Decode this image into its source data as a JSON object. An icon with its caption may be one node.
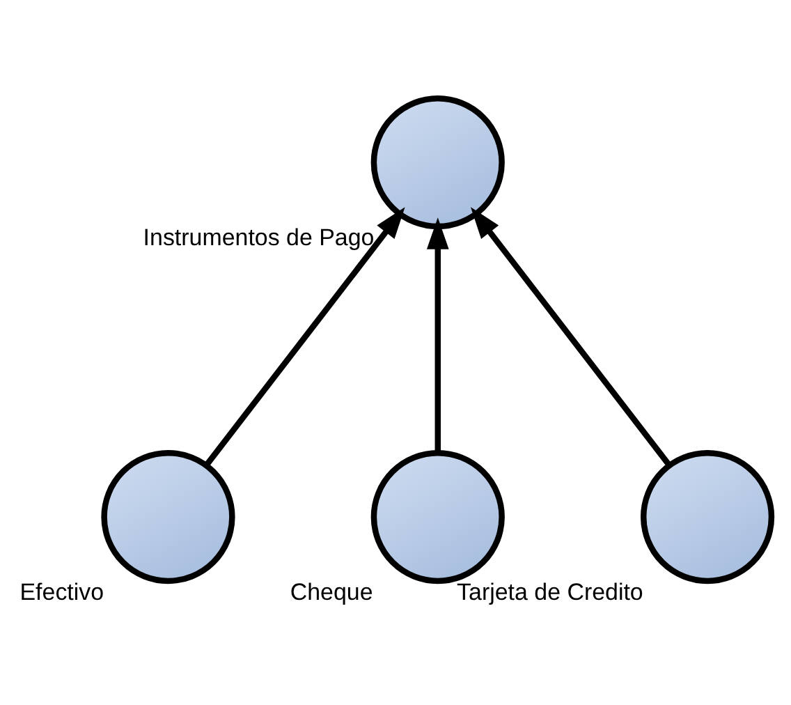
{
  "diagram": {
    "nodes": [
      {
        "text": [
          "Instrumentos de Pago"
        ]
      },
      {
        "text": [
          "Efectivo"
        ]
      },
      {
        "text": [
          "Cheque"
        ]
      },
      {
        "text": [
          "Tarjeta de Credito"
        ]
      }
    ],
    "edges": [
      {
        "from": 1,
        "to": 0,
        "arrow": "to"
      },
      {
        "from": 2,
        "to": 0,
        "arrow": "to"
      },
      {
        "from": 3,
        "to": 0,
        "arrow": "to"
      }
    ]
  }
}
